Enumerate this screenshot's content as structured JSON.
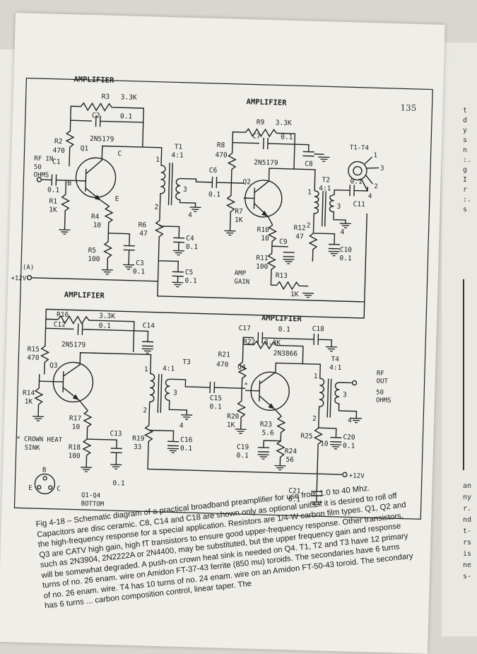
{
  "page": {
    "number": "135"
  },
  "schematic": {
    "sections": [
      "AMPLIFIER",
      "AMPLIFIER",
      "AMPLIFIER",
      "AMPLIFIER"
    ],
    "input_labels": [
      "RF IN",
      "50",
      "OHMS"
    ],
    "point_a": "(A)",
    "supply": [
      "+12V",
      "+12V"
    ],
    "amp_gain": [
      "AMP",
      "GAIN"
    ],
    "output": [
      "RF",
      "OUT",
      "50",
      "OHMS"
    ],
    "crown_note": [
      "* CROWN HEAT",
      "SINK"
    ],
    "pinout": {
      "b": "B",
      "e": "E",
      "c": "C",
      "caption": [
        "Q1-Q4",
        "BOTTOM"
      ]
    },
    "toroid_label": "T1-T4",
    "toroid_pins": [
      "1",
      "3",
      "2",
      "4"
    ],
    "transistors": {
      "q1": [
        "Q1",
        "2N5179"
      ],
      "q2": [
        "Q2",
        "2N5179"
      ],
      "q3": [
        "Q3",
        "2N5179"
      ],
      "q4": [
        "Q4",
        "2N3866"
      ]
    },
    "components": {
      "r3": [
        "R3",
        "3.3K"
      ],
      "c2": [
        "C2",
        "0.1"
      ],
      "r2": [
        "R2",
        "470"
      ],
      "c1": [
        "C1",
        "0.1"
      ],
      "r1": [
        "R1",
        "1K"
      ],
      "r4": [
        "R4",
        "10"
      ],
      "r5": [
        "R5",
        "100"
      ],
      "r6": [
        "R6",
        "47"
      ],
      "c3": [
        "C3",
        "0.1"
      ],
      "c4": [
        "C4",
        "0.1"
      ],
      "c5": [
        "C5",
        "0.1"
      ],
      "t1": [
        "T1",
        "4:1"
      ],
      "c6": [
        "C6",
        "0.1"
      ],
      "r9": [
        "R9",
        "3.3K"
      ],
      "c7": [
        "C7",
        "0.1"
      ],
      "c8": [
        "C8"
      ],
      "r8": [
        "R8",
        "470"
      ],
      "r7": [
        "R7",
        "1K"
      ],
      "t2": [
        "T2",
        "4:1"
      ],
      "r10": [
        "R10",
        "10"
      ],
      "c9": [
        "C9"
      ],
      "r11": [
        "R11",
        "100"
      ],
      "r12": [
        "R12",
        "47"
      ],
      "r13": [
        "R13",
        "1K"
      ],
      "c10": [
        "C10",
        "0.1"
      ],
      "c11": [
        "C11",
        "0.1"
      ],
      "r16": [
        "R16",
        "3.3K"
      ],
      "c12": [
        "C12",
        "0.1"
      ],
      "c14": [
        "C14"
      ],
      "r15": [
        "R15",
        "470"
      ],
      "r14": [
        "R14",
        "1K"
      ],
      "r17": [
        "R17",
        "10"
      ],
      "r18": [
        "R18",
        "100"
      ],
      "c13": [
        "C13",
        "0.1"
      ],
      "r19": [
        "R19",
        "33"
      ],
      "t3": [
        "T3",
        "4:1"
      ],
      "c16": [
        "C16",
        "0.1"
      ],
      "r21": [
        "R21",
        "470"
      ],
      "c15": [
        "C15",
        "0.1"
      ],
      "c17": [
        "C17",
        "0.1"
      ],
      "c18": [
        "C18"
      ],
      "r22": [
        "R22",
        "3.3K"
      ],
      "r20": [
        "R20",
        "1K"
      ],
      "r23": [
        "R23",
        "5.6"
      ],
      "c19": [
        "C19",
        "0.1"
      ],
      "r24": [
        "R24",
        "56"
      ],
      "t4": [
        "T4",
        "4:1"
      ],
      "r25": [
        "R25",
        "10"
      ],
      "c20": [
        "C20",
        "0.1"
      ],
      "c21": [
        "C21",
        "0.1"
      ]
    },
    "pins": [
      "1",
      "2",
      "3",
      "4",
      "A",
      "B",
      "C",
      "E",
      "*"
    ]
  },
  "caption": {
    "lines": [
      "Fig 4-18 – Schematic diagram of a practical broadband preamplifier for use from 1.0 to 40 Mhz.",
      "Capacitors are disc ceramic. C8, C14 and C18 are shown only as optional units if it is desired to roll off",
      "the high-frequency response for a special application. Resistors are 1/4-W carbon film types. Q1, Q2 and",
      "Q3 are CATV high gain, high fT transistors to ensure good upper-frequency response. Other transistors,",
      "such as 2N3904, 2N2222A or 2N4400, may be substituted, but the upper frequency gain and response",
      "will be somewhat degraded. A push-on crown heat sink is needed on Q4. T1, T2 and T3 have 12 primary",
      "turns of no. 26 enam. wire on Amidon FT-37-43 ferrite (850 mu) toroids. The secondaries have 6 turns",
      "of no. 26 enam. wire. T4 has 10 turns of no. 24 enam. wire on an Amidon FT-50-43 toroid. The secondary",
      "has 6 turns ... carbon composition control, linear taper. The"
    ]
  },
  "edge_text": {
    "upper": [
      "t",
      "d",
      "y",
      "s",
      "n",
      ":.",
      "g",
      "I",
      "r",
      ":.",
      "s"
    ],
    "lower": [
      "an",
      "ny",
      "r.",
      "nd",
      "t-",
      "rs",
      "is",
      "ne",
      "s-"
    ]
  }
}
